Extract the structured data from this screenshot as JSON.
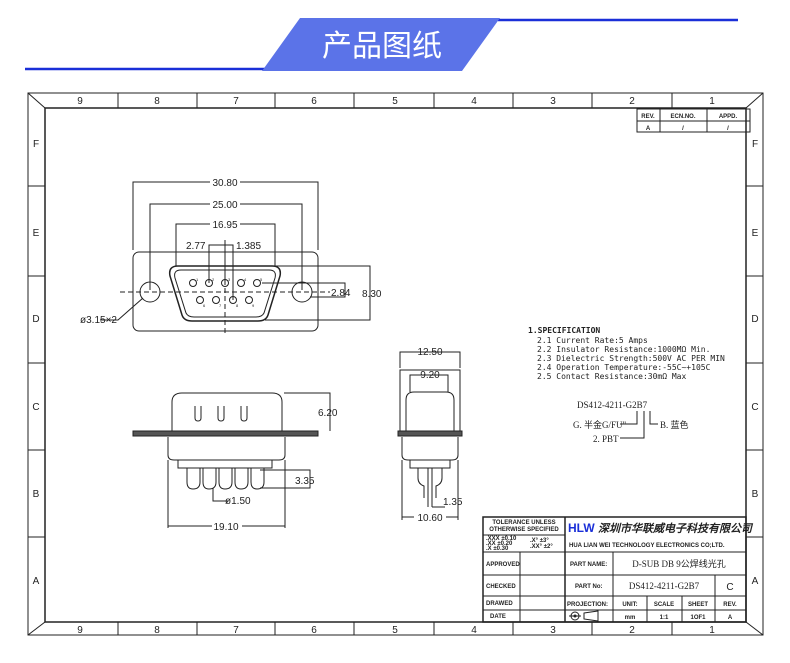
{
  "banner": {
    "title": "产品图纸",
    "accent": "#5b73e8",
    "line_color": "#1a2fd8"
  },
  "ruler": {
    "columns": [
      "9",
      "8",
      "7",
      "6",
      "5",
      "4",
      "3",
      "2",
      "1"
    ],
    "rows": [
      "F",
      "E",
      "D",
      "C",
      "B",
      "A"
    ]
  },
  "revision_table": {
    "headers": [
      "REV.",
      "ECN.NO.",
      "APPD."
    ],
    "values": [
      "A",
      "/",
      "/"
    ]
  },
  "front_view": {
    "dims": {
      "overall": "30.80",
      "mount": "25.00",
      "shell": "16.95",
      "pitch": "2.77",
      "half_pitch": "1.385",
      "row_offset": "2.84",
      "height": "8.30",
      "hole": "ø3.15×2"
    },
    "pins": [
      "1",
      "2",
      "3",
      "4",
      "5",
      "6",
      "7",
      "8",
      "9"
    ]
  },
  "side_view": {
    "dims": {
      "height": "6.20",
      "pin_length": "3.35",
      "pin_dia": "ø1.50",
      "width": "19.10"
    }
  },
  "end_view": {
    "dims": {
      "top": "12.50",
      "inner": "9.20",
      "pin": "1.35",
      "bottom": "10.60"
    }
  },
  "specification": {
    "title": "1.SPECIFICATION",
    "items": [
      "2.1  Current Rate:5 Amps",
      "2.2  Insulator Resistance:1000MΩ Min.",
      "2.3  Dielectric Strength:500V AC PER MIN",
      "2.4  Operation Temperature:-55C~+105C",
      "2.5  Contact Resistance:30mΩ Max"
    ]
  },
  "part_code": {
    "code": "DS412-4211-G2B7",
    "g": "G. 半金G/FU\"",
    "two": "2. PBT",
    "b": "B. 蓝色"
  },
  "title_block": {
    "tolerance_title": [
      "TOLERANCE UNLESS",
      "OTHERWISE SPECIFIED"
    ],
    "tolerances": [
      ".XXX ±0.10",
      ".XX ±0.20",
      ".X ±0.30"
    ],
    "angles": [
      ".X°  ±3°",
      ".XX° ±2°"
    ],
    "logo": "HLW",
    "company_cn": "深圳市华联威电子科技有限公司",
    "company_en": "HUA LIAN WEI TECHNOLOGY ELECTRONICS CO;LTD.",
    "approved": "APPROVED",
    "checked": "CHECKED",
    "drawed": "DRAWED",
    "date": "DATE",
    "part_name_label": "PART NAME:",
    "part_name": "D-SUB DB 9公焊线光孔",
    "part_no_label": "PART No:",
    "part_no": "DS412-4211-G2B7",
    "part_rev": "C",
    "projection_label": "PROJECTION:",
    "unit_label": "UNIT:",
    "scale_label": "SCALE",
    "sheet_label": "SHEET",
    "rev_label": "REV.",
    "unit": "mm",
    "scale": "1:1",
    "sheet": "1OF1",
    "rev": "A",
    "rev_color": "#7fd07f"
  }
}
